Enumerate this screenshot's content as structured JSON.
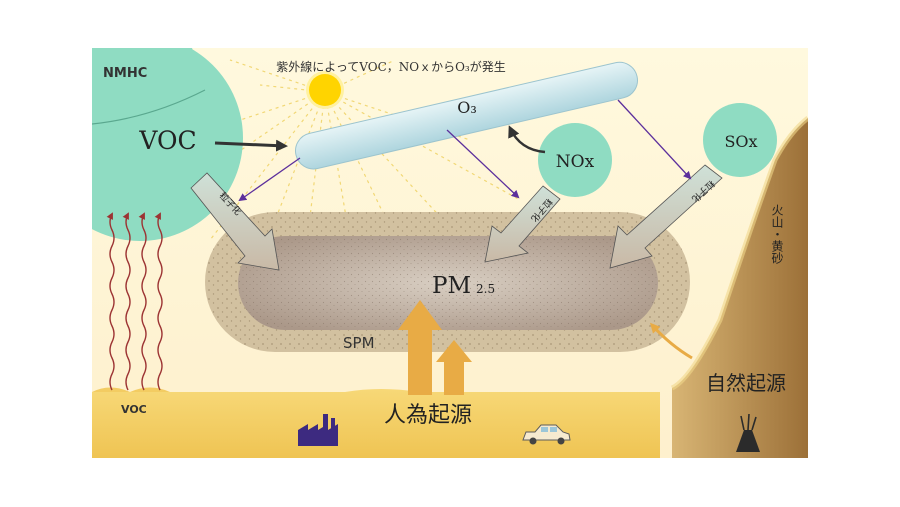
{
  "caption": "紫外線によってVOC，NOｘからO₃が発生",
  "labels": {
    "nmhc": "NMHC",
    "voc_cloud": "VOC",
    "o3": "O₃",
    "nox": "NOx",
    "sox": "SOx",
    "pm25_main": "PM",
    "pm25_sub": "2.5",
    "spm": "SPM",
    "voc_ground": "VOC",
    "anthropogenic": "人為起源",
    "natural": "自然起源",
    "volcano_sand": "火山・黄砂",
    "conversion_left": "粒子化",
    "conversion_middle": "粒子化",
    "conversion_right": "粒子化"
  },
  "icons": [
    "sun-icon",
    "factory-icon",
    "car-icon",
    "volcano-icon"
  ],
  "colors": {
    "gas_cloud": "#8fdcc2",
    "ozone": "#c8e4ea",
    "sun": "#ffd400",
    "ground": "#f3cc62",
    "mountain": "#b5894f",
    "pm_outer": "#d2c1a0",
    "pm_inner": "#b9a796",
    "arrow_purple": "#5c2f9c",
    "arrow_gold": "#e8ab45",
    "wave": "#9c3333"
  }
}
